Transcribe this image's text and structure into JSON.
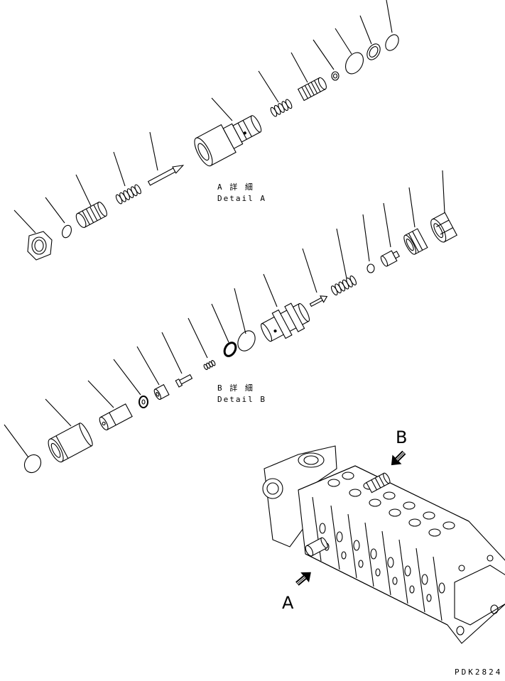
{
  "detail_a": {
    "title": "A 詳 細",
    "subtitle": "Detail A"
  },
  "detail_b": {
    "title": "B 詳 細",
    "subtitle": "Detail B"
  },
  "view_markers": {
    "a": "A",
    "b": "B"
  },
  "drawing_code": "PDK2824"
}
